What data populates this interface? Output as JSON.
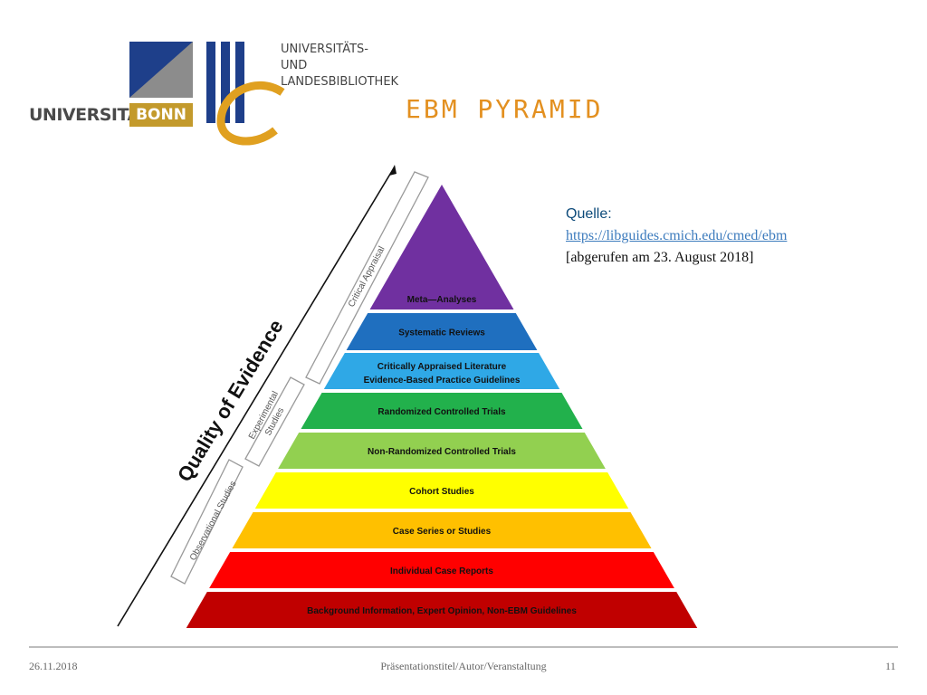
{
  "logo": {
    "uni_text": "UNIVERSITÄT",
    "bonn_text": "BONN",
    "ulb_line1": "UNIVERSITÄTS-",
    "ulb_line2": "UND LANDESBIBLIOTHEK"
  },
  "title": "EBM PYRAMID",
  "source": {
    "label": "Quelle:",
    "url": "https://libguides.cmich.edu/cmed/ebm",
    "accessed": "[abgerufen am 23. August 2018]"
  },
  "axis_label": "Quality of Evidence",
  "brackets": {
    "critical": "Critical Appraisal",
    "experimental_1": "Experimental",
    "experimental_2": "Studies",
    "observational": "Observational Studies"
  },
  "levels": [
    {
      "label": "Meta—Analyses",
      "color": "#7030a0"
    },
    {
      "label": "Systematic Reviews",
      "color": "#1f6fbf"
    },
    {
      "label": "Critically Appraised Literature",
      "label2": "Evidence-Based Practice Guidelines",
      "color": "#2fa8e6"
    },
    {
      "label": "Randomized Controlled Trials",
      "color": "#22b14c"
    },
    {
      "label": "Non-Randomized Controlled Trials",
      "color": "#92d050"
    },
    {
      "label": "Cohort Studies",
      "color": "#ffff00"
    },
    {
      "label": "Case Series or Studies",
      "color": "#ffc000"
    },
    {
      "label": "Individual Case Reports",
      "color": "#ff0000"
    },
    {
      "label": "Background Information, Expert Opinion, Non-EBM Guidelines",
      "color": "#c00000"
    }
  ],
  "footer": {
    "date": "26.11.2018",
    "center": "Präsentationstitel/Autor/Veranstaltung",
    "page": "11"
  }
}
